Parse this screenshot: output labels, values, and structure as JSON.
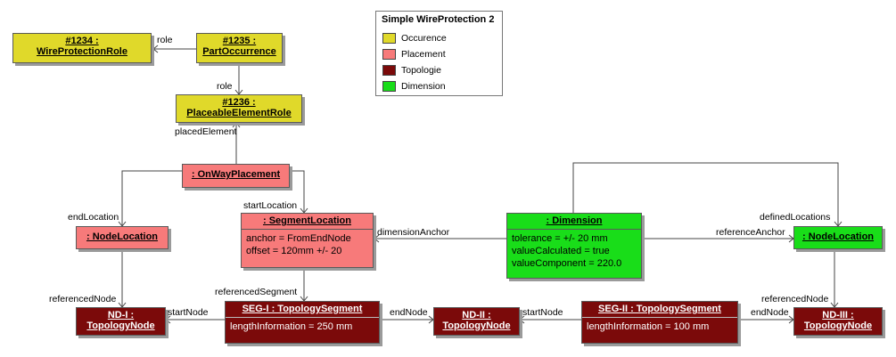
{
  "legend": {
    "title": "Simple WireProtection 2",
    "items": [
      {
        "label": "Occurence",
        "color": "#e0d92a"
      },
      {
        "label": "Placement",
        "color": "#f77a7a"
      },
      {
        "label": "Topologie",
        "color": "#7b0a0a"
      },
      {
        "label": "Dimension",
        "color": "#19dd19"
      }
    ]
  },
  "nodes": {
    "wpr": {
      "line1": "#1234 :",
      "line2": "WireProtectionRole"
    },
    "po": {
      "line1": "#1235 :",
      "line2": "PartOccurrence"
    },
    "per": {
      "line1": "#1236 :",
      "line2": "PlaceableElementRole"
    },
    "owp": {
      "title": ": OnWayPlacement"
    },
    "nl1": {
      "title": ": NodeLocation"
    },
    "sl": {
      "title": ": SegmentLocation",
      "attrs": [
        "anchor = FromEndNode",
        "offset = 120mm +/- 20"
      ]
    },
    "dim": {
      "title": ": Dimension",
      "attrs": [
        "tolerance = +/- 20 mm",
        "valueCalculated = true",
        "valueComponent = 220.0"
      ]
    },
    "nl2": {
      "title": ": NodeLocation"
    },
    "nd1": {
      "line1": "ND-I :",
      "line2": "TopologyNode"
    },
    "seg1": {
      "title": "SEG-I : TopologySegment",
      "attrs": [
        "lengthInformation = 250 mm"
      ]
    },
    "nd2": {
      "line1": "ND-II :",
      "line2": "TopologyNode"
    },
    "seg2": {
      "title": "SEG-II : TopologySegment",
      "attrs": [
        "lengthInformation = 100 mm"
      ]
    },
    "nd3": {
      "line1": "ND-III :",
      "line2": "TopologyNode"
    }
  },
  "labels": {
    "role1": "role",
    "role2": "role",
    "placedElement": "placedElement",
    "startLocation": "startLocation",
    "endLocation": "endLocation",
    "dimensionAnchor": "dimensionAnchor",
    "definedLocations": "definedLocations",
    "referenceAnchor": "referenceAnchor",
    "referencedNode1": "referencedNode",
    "referencedSegment": "referencedSegment",
    "referencedNode2": "referencedNode",
    "startNode1": "startNode",
    "endNode1": "endNode",
    "startNode2": "startNode",
    "endNode2": "endNode"
  }
}
